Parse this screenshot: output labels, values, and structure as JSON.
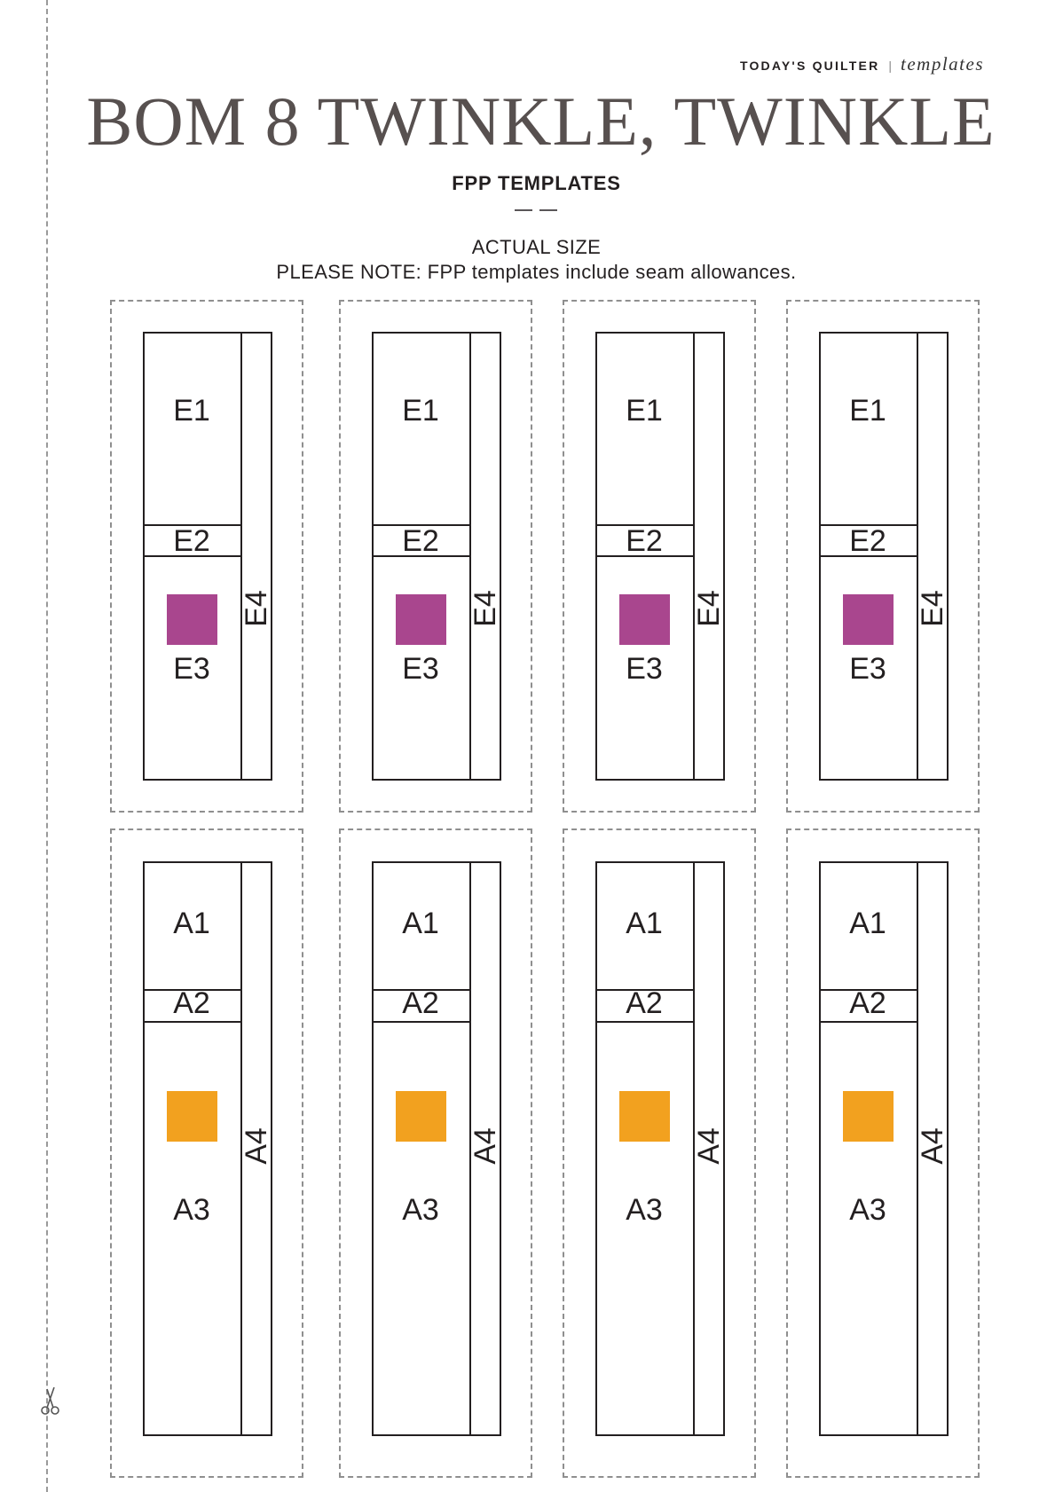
{
  "header": {
    "magazine": "TODAY'S QUILTER",
    "separator": "|",
    "section": "templates"
  },
  "title": "BOM 8 TWINKLE, TWINKLE",
  "subtitle": "FPP TEMPLATES",
  "note": {
    "line1": "ACTUAL SIZE",
    "line2": "PLEASE NOTE: FPP templates include seam allowances."
  },
  "colors": {
    "magenta": "#a9468e",
    "orange": "#f2a11f"
  },
  "rows": [
    {
      "set": "E",
      "swatch_color": "#a9468e",
      "templates": [
        {
          "labels": [
            "E1",
            "E2",
            "E3",
            "E4"
          ]
        },
        {
          "labels": [
            "E1",
            "E2",
            "E3",
            "E4"
          ]
        },
        {
          "labels": [
            "E1",
            "E2",
            "E3",
            "E4"
          ]
        },
        {
          "labels": [
            "E1",
            "E2",
            "E3",
            "E4"
          ]
        }
      ]
    },
    {
      "set": "A",
      "swatch_color": "#f2a11f",
      "templates": [
        {
          "labels": [
            "A1",
            "A2",
            "A3",
            "A4"
          ]
        },
        {
          "labels": [
            "A1",
            "A2",
            "A3",
            "A4"
          ]
        },
        {
          "labels": [
            "A1",
            "A2",
            "A3",
            "A4"
          ]
        },
        {
          "labels": [
            "A1",
            "A2",
            "A3",
            "A4"
          ]
        }
      ]
    }
  ],
  "icons": {
    "cut_line": "scissors-icon"
  }
}
